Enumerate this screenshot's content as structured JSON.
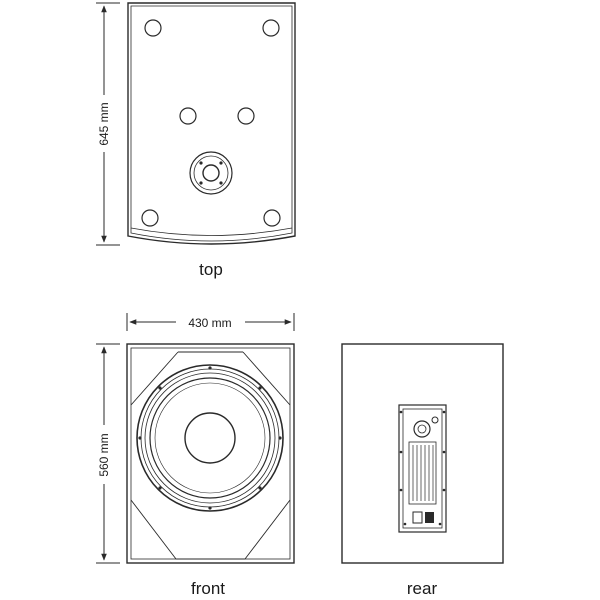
{
  "dimensions": {
    "depth": "645 mm",
    "width": "430 mm",
    "height": "560 mm"
  },
  "views": {
    "top": "top",
    "front": "front",
    "rear": "rear"
  },
  "colors": {
    "line": "#2a2a2a",
    "background": "#ffffff"
  }
}
